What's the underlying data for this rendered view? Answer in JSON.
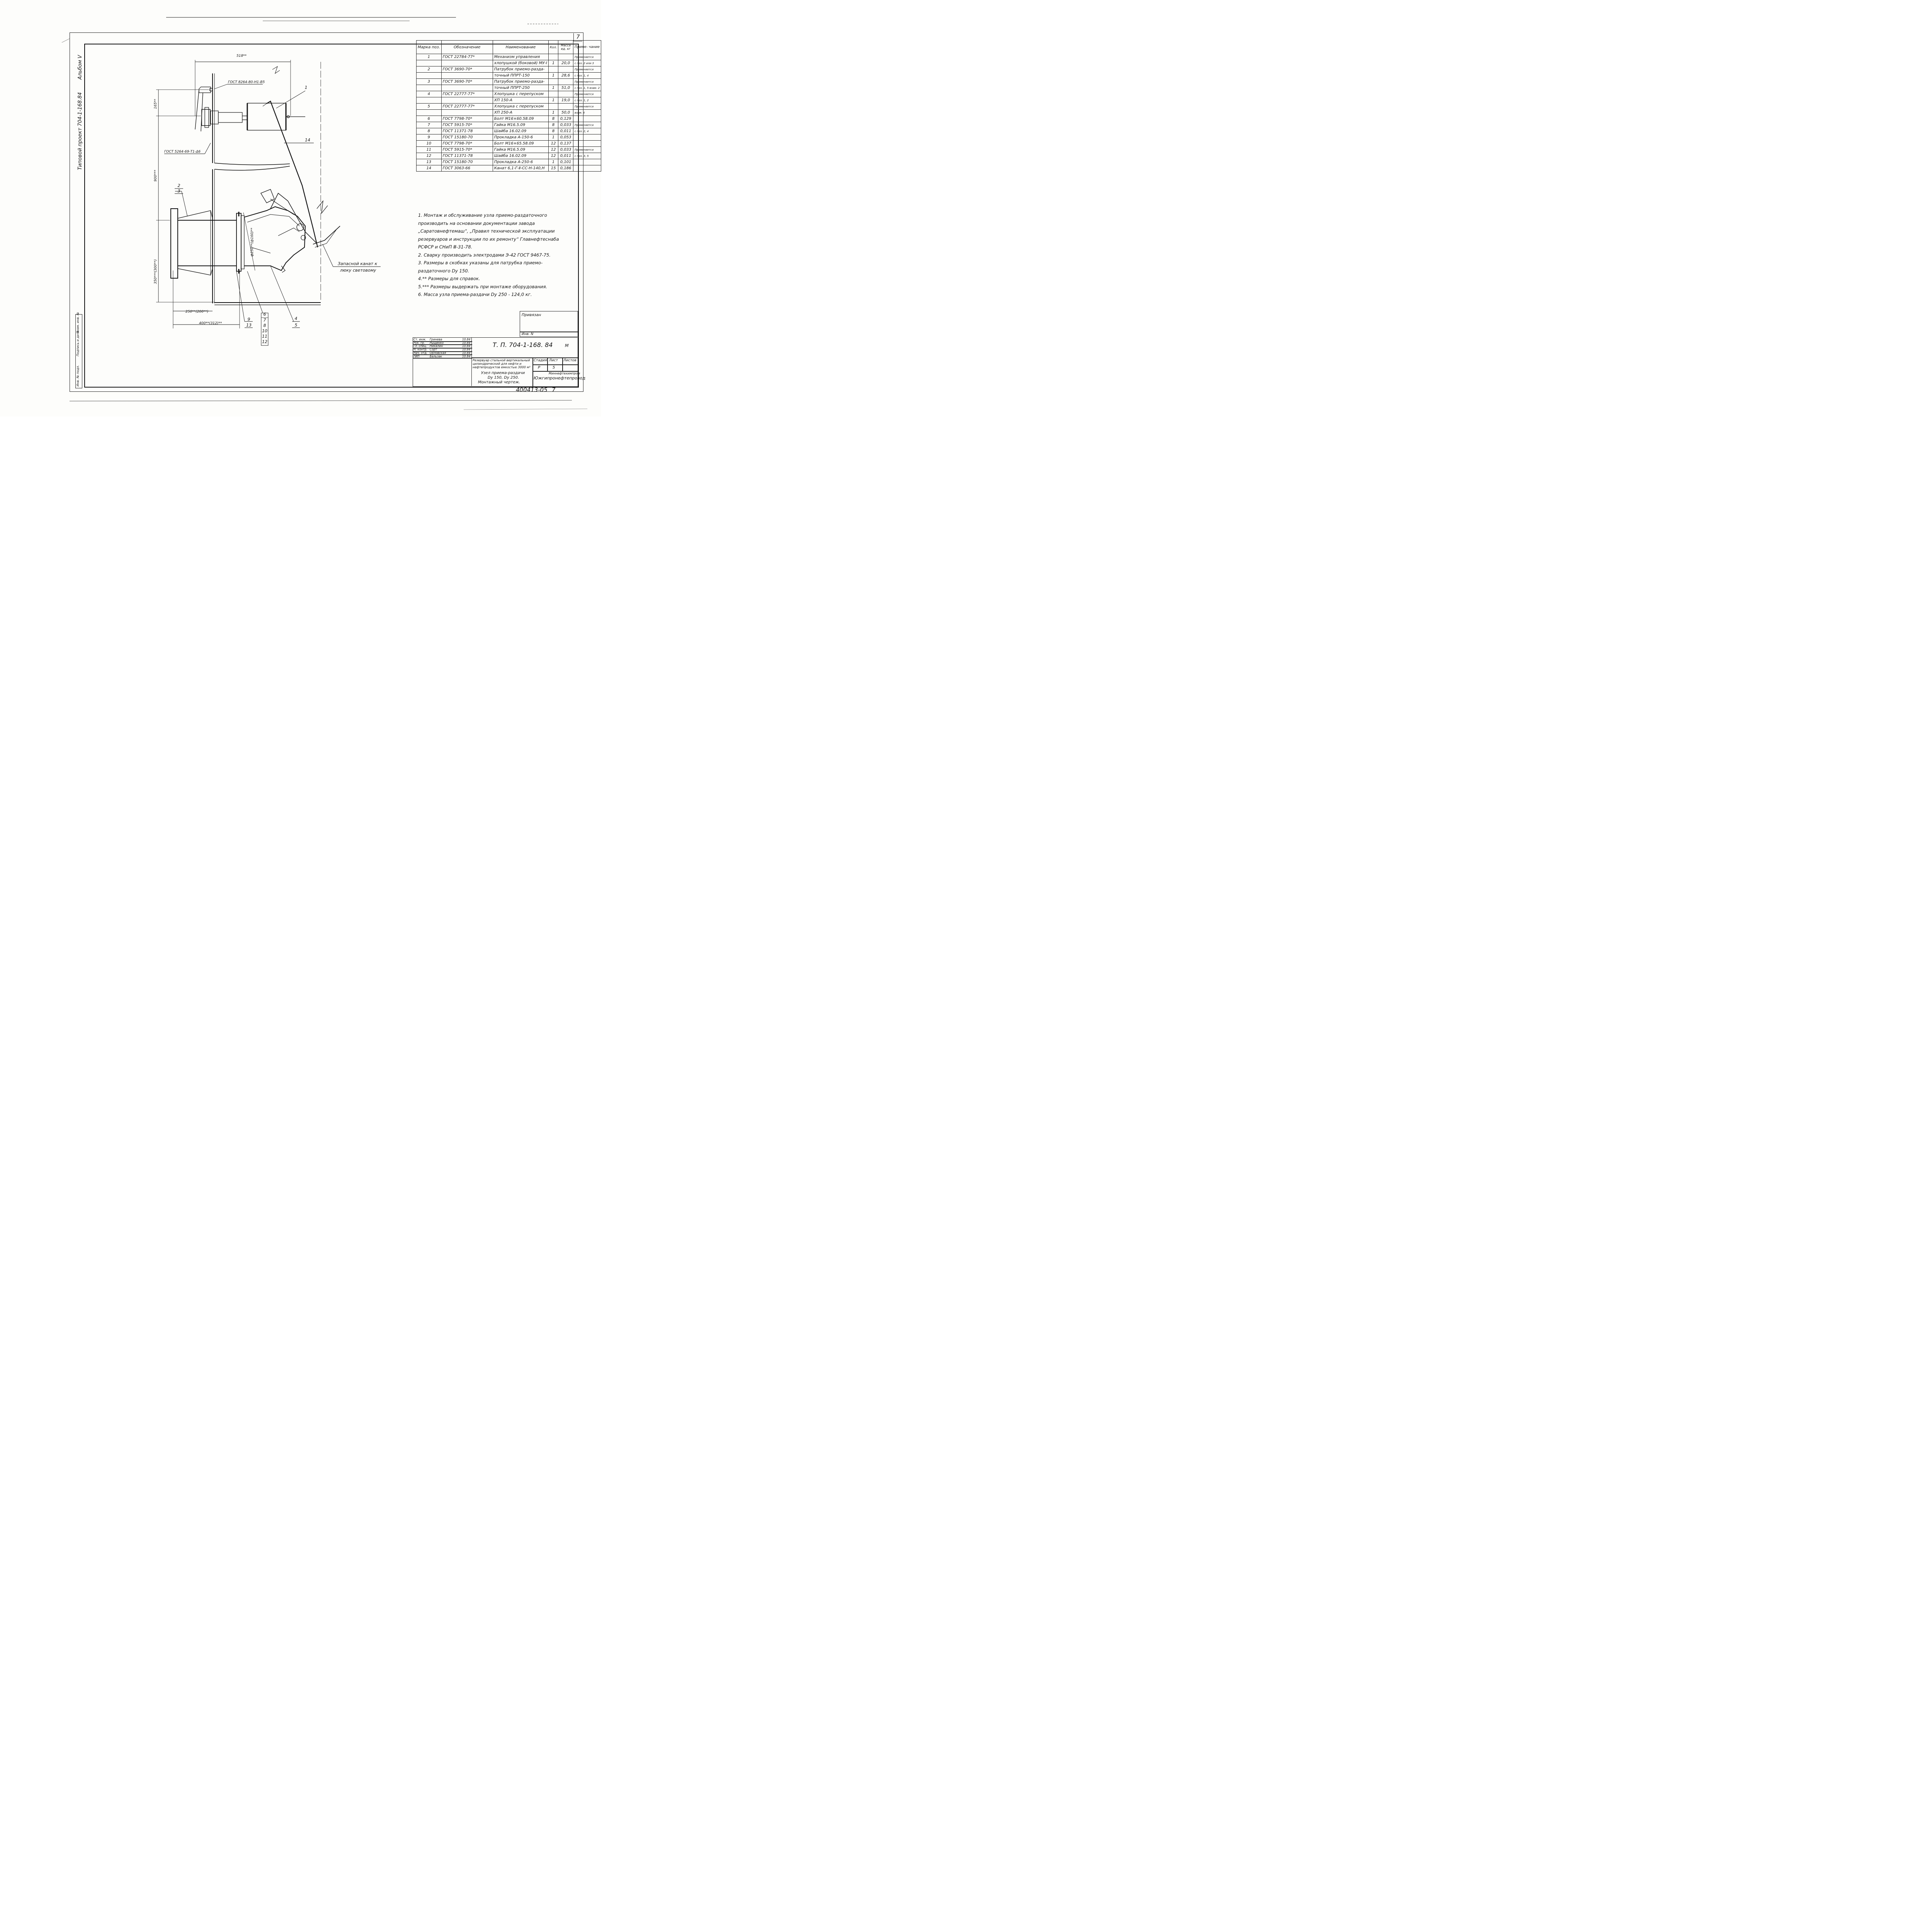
{
  "sheet": {
    "page_number": "7",
    "album": "Альбом Ⅴ",
    "project": "Типовой проект 704-1-168.84",
    "archive_number": "400413-05",
    "archive_suffix": "7",
    "side_stamp_fields": [
      "Инв. № подл.",
      "Подпись и дата",
      "Взам. инв. №"
    ]
  },
  "spec_table": {
    "headers": {
      "mark": "Марка поз.",
      "designation": "Обозначение",
      "name": "Наименование",
      "qty": "Кол.",
      "mass": "Масса ед. кг",
      "note": "Приме- чание"
    },
    "rows": [
      {
        "mark": "1",
        "designation": "ГОСТ 22784-77*",
        "name": "Механизм управления",
        "qty": "",
        "mass": "",
        "note": "Применяется"
      },
      {
        "mark": "",
        "designation": "",
        "name": "хлопушкой (боковой) МУ-Ⅰ",
        "qty": "1",
        "mass": "20,0",
        "note": "с поз. 2 или 3"
      },
      {
        "mark": "2",
        "designation": "ГОСТ 3690-70*",
        "name": "Патрубок приемо-разда-",
        "qty": "",
        "mass": "",
        "note": "Применяется"
      },
      {
        "mark": "",
        "designation": "",
        "name": "точный ППРТ-150",
        "qty": "1",
        "mass": "28,6",
        "note": "с поз. 1, 4"
      },
      {
        "mark": "3",
        "designation": "ГОСТ 3690-70*",
        "name": "Патрубок приемо-разда-",
        "qty": "",
        "mass": "",
        "note": "Применяется"
      },
      {
        "mark": "",
        "designation": "",
        "name": "точный ППРТ-250",
        "qty": "1",
        "mass": "51,0",
        "note": "с поз. 1, 5 взам. 2"
      },
      {
        "mark": "4",
        "designation": "ГОСТ 22777-77*",
        "name": "Хлопушка с перепуском",
        "qty": "",
        "mass": "",
        "note": "Применяется"
      },
      {
        "mark": "",
        "designation": "",
        "name": "ХП 150-А",
        "qty": "1",
        "mass": "19,0",
        "note": "с поз. 1, 2"
      },
      {
        "mark": "5",
        "designation": "ГОСТ 22777-77*",
        "name": "Хлопушка с перепуском",
        "qty": "",
        "mass": "",
        "note": "Применяется"
      },
      {
        "mark": "",
        "designation": "",
        "name": "ХП 250-А",
        "qty": "1",
        "mass": "50,0",
        "note": "взам. 4"
      },
      {
        "mark": "6",
        "designation": "ГОСТ 7798-70*",
        "name": "Болт М16×60.58.09",
        "qty": "8",
        "mass": "0,129",
        "note": ""
      },
      {
        "mark": "7",
        "designation": "ГОСТ 5915-70*",
        "name": "Гайка М16.5.09",
        "qty": "8",
        "mass": "0,033",
        "note": "Применяется"
      },
      {
        "mark": "8",
        "designation": "ГОСТ 11371-78",
        "name": "Шайба 16.02.09",
        "qty": "8",
        "mass": "0,011",
        "note": "с поз. 2, 4"
      },
      {
        "mark": "9",
        "designation": "ГОСТ 15180-70",
        "name": "Прокладка А-150-6",
        "qty": "1",
        "mass": "0,053",
        "note": ""
      },
      {
        "mark": "10",
        "designation": "ГОСТ 7798-70*",
        "name": "Болт М16×65.58.09",
        "qty": "12",
        "mass": "0,137",
        "note": ""
      },
      {
        "mark": "11",
        "designation": "ГОСТ 5915-70*",
        "name": "Гайка М16.5.09",
        "qty": "12",
        "mass": "0,033",
        "note": "Применяется"
      },
      {
        "mark": "12",
        "designation": "ГОСТ 11371-78",
        "name": "Шайба 16.02.09",
        "qty": "12",
        "mass": "0,011",
        "note": "с поз. 3, 5"
      },
      {
        "mark": "13",
        "designation": "ГОСТ 15180-70",
        "name": "Прокладка А-250-6",
        "qty": "1",
        "mass": "0,101",
        "note": ""
      },
      {
        "mark": "14",
        "designation": "ГОСТ 3063-66",
        "name": "Канат 6,1-Г-Ⅱ-СС-Н-140,Н",
        "qty": "15",
        "mass": "0,186",
        "note": ""
      }
    ]
  },
  "notes": [
    "1. Монтаж и обслуживание узла приемо-раздаточного",
    "производить на основании документации завода",
    "„Саратовнефтемаш“, „Правил технической эксплуатации",
    "резервуаров и инструкции по их ремонту“ Главнефтеснаба",
    "РСФСР и СНиП Ⅲ-31-78.",
    "2. Сварку производить электродами Э-42 ГОСТ 9467-75.",
    "3. Размеры в скобках указаны для патрубка приемо-",
    "раздаточного Dу 150.",
    "4.** Размеры для справок.",
    "5.*** Размеры выдержать при монтаже оборудования.",
    "6. Масса узла приема-раздачи Dу 250 - 124,0 кг."
  ],
  "drawing": {
    "dim_top": "518**",
    "dim_165": "165**",
    "dim_900": "900***",
    "dim_350": "350***(300**)",
    "dim_250": "250**(200**)",
    "dim_400": "400**(312)**",
    "dim_dia": "ф250**(ф160)**",
    "gost_top": "ГОСТ 8264-80-Н1-В5",
    "gost_left": "ГОСТ 5264-69-Т1-Δ6",
    "spare_rope": "Запасной канат к",
    "spare_rope2": "люку световому",
    "callouts": {
      "c1": "1",
      "c2": "2",
      "c3": "3",
      "c4": "4",
      "c5": "5",
      "c6": "6",
      "c7": "7",
      "c8": "8",
      "c9": "9",
      "c10": "10",
      "c11": "11",
      "c12": "12",
      "c13": "13",
      "c14": "14"
    }
  },
  "title_block": {
    "privyazan": "Привязан",
    "inv": "Инв. N",
    "doc_code": "Т. П. 704-1-168. 84",
    "stamp_m": "М",
    "roles": [
      {
        "role": "Ст. инж.",
        "name": "Гринева",
        "date": "10.84"
      },
      {
        "role": "Рук. гр.",
        "name": "Рыщенко",
        "date": "10.84"
      },
      {
        "role": "Гл. спец.",
        "name": "Никалин",
        "date": "10.84"
      },
      {
        "role": "Н. контр.",
        "name": "Сорт",
        "date": "10.84"
      },
      {
        "role": "Нач. отд.",
        "name": "Орловская",
        "date": "10.84"
      },
      {
        "role": "ГИП",
        "name": "Бальзак",
        "date": "10.84"
      }
    ],
    "object_title": "Резервуар стальной вертикальный цилиндрический для нефти и нефтепродуктов емкостью 3000 м³",
    "sheet_title_1": "Узел приема-раздачи",
    "sheet_title_2": "Dу 150, Dу 250.",
    "sheet_title_3": "Монтажный чертеж.",
    "stage_label": "Стадия",
    "sheet_label": "Лист",
    "sheets_label": "Листов",
    "stage": "Р",
    "sheet": "5",
    "ministry": "Миннефтехимпром",
    "org": "Южгипронефтепровод"
  }
}
